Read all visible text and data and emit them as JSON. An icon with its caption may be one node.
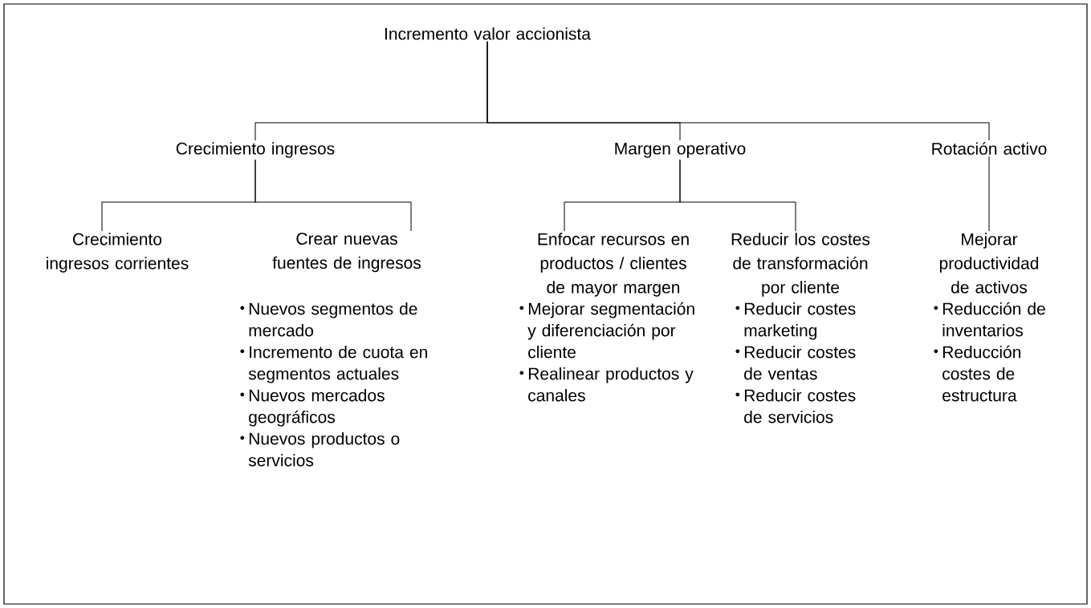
{
  "diagram": {
    "nodes": [
      {
        "text": [
          "Incremento valor accionista"
        ]
      },
      {
        "text": [
          "Crecimiento ingresos"
        ]
      },
      {
        "text": [
          "Margen operativo"
        ]
      },
      {
        "text": [
          "Rotación activo"
        ]
      },
      {
        "text": [
          "Crecimiento ingresos corrientes"
        ]
      },
      {
        "text": [
          "Crear nuevas fuentes de ingresos"
        ],
        "beside": [
          "Nuevos segmentos de mercado",
          "Incremento de cuota en segmentos actuales",
          "Nuevos mercados geográficos",
          "Nuevos productos o servicios"
        ]
      },
      {
        "text": [
          "Enfocar recursos en productos / clientes de mayor margen"
        ],
        "beside": [
          "Mejorar segmentación y diferenciación por cliente",
          "Realinear productos y canales"
        ]
      },
      {
        "text": [
          "Reducir los costes de transformación por cliente"
        ],
        "beside": [
          "Reducir costes marketing",
          "Reducir costes de ventas",
          "Reducir costes de servicios"
        ]
      },
      {
        "text": [
          "Mejorar productividad de activos"
        ],
        "beside": [
          "Reducción de inventarios",
          "Reducción costes de estructura"
        ]
      }
    ],
    "edges": [
      {
        "from": 0,
        "to": 1,
        "arrow": "none"
      },
      {
        "from": 0,
        "to": 2,
        "arrow": "none"
      },
      {
        "from": 0,
        "to": 3,
        "arrow": "none"
      },
      {
        "from": 1,
        "to": 4,
        "arrow": "none"
      },
      {
        "from": 1,
        "to": 5,
        "arrow": "none"
      },
      {
        "from": 2,
        "to": 6,
        "arrow": "none"
      },
      {
        "from": 2,
        "to": 7,
        "arrow": "none"
      },
      {
        "from": 3,
        "to": 8,
        "arrow": "none"
      }
    ]
  }
}
